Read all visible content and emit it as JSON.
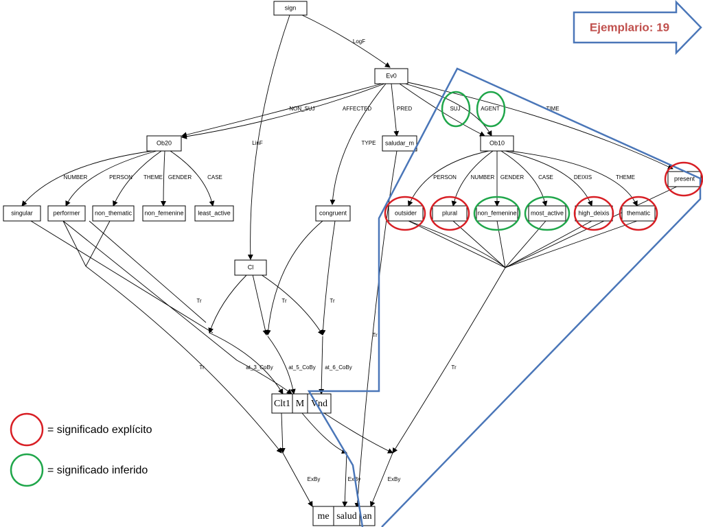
{
  "badge": {
    "label": "Ejemplario: 19"
  },
  "legend": [
    {
      "label": "= significado explícito",
      "color": "red"
    },
    {
      "label": "= significado inferido",
      "color": "green"
    }
  ],
  "nodes": {
    "sign": "sign",
    "ev0": "Ev0",
    "ob20": "Ob20",
    "ob10": "Ob10",
    "saludar": "saludar_m",
    "cl": "Cl",
    "singular": "singular",
    "performer": "performer",
    "non_thematic": "non_thematic",
    "non_femenine_left": "non_femenine",
    "least_active": "least_active",
    "congruent": "congruent",
    "outsider": "outsider",
    "plural": "plural",
    "non_femenine_right": "non_femenine",
    "most_active": "most_active",
    "high_deixis": "high_deixis",
    "thematic": "thematic",
    "present": "present"
  },
  "morphemes_top": [
    "Clt1",
    "M",
    "Vnd"
  ],
  "morphemes_bottom": [
    "me",
    "salud",
    "an"
  ],
  "edge_labels": {
    "logf": "LogF",
    "linf": "LinF",
    "non_suj": "NON_SUJ",
    "affected": "AFFECTED",
    "pred": "PRED",
    "suj": "SUJ",
    "agent": "AGENT",
    "time": "TIME",
    "type": "TYPE",
    "l_number": "NUMBER",
    "l_person": "PERSON",
    "l_theme": "THEME",
    "l_gender": "GENDER",
    "l_case": "CASE",
    "r_person": "PERSON",
    "r_number": "NUMBER",
    "r_gender": "GENDER",
    "r_case": "CASE",
    "r_deixis": "DEIXIS",
    "r_theme": "THEME",
    "tr1": "Tr",
    "tr2": "Tr",
    "tr3": "Tr",
    "tr4": "Tr",
    "tr5": "Tr",
    "tr6": "Tr",
    "at3": "at_3_CoBy",
    "at5": "at_5_CoBy",
    "at6": "at_6_CoBy",
    "exby1": "ExBy",
    "exby2": "ExBy",
    "exby3": "ExBy"
  }
}
